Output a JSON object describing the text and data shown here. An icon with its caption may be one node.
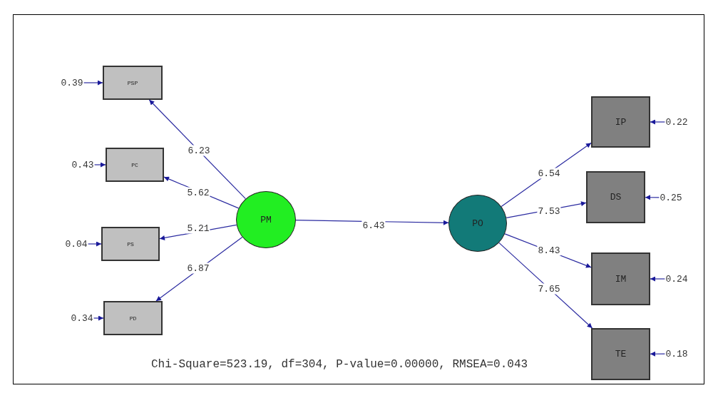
{
  "diagram": {
    "nodes": [
      {
        "text": [
          "PSP"
        ]
      },
      {
        "text": [
          "PC"
        ]
      },
      {
        "text": [
          "PS"
        ]
      },
      {
        "text": [
          "PD"
        ]
      },
      {
        "text": [
          "PM"
        ]
      },
      {
        "text": [
          "PO"
        ]
      },
      {
        "text": [
          "IP"
        ]
      },
      {
        "text": [
          "DS"
        ]
      },
      {
        "text": [
          "IM"
        ]
      },
      {
        "text": [
          "TE"
        ]
      },
      {
        "text": [
          "0.39"
        ]
      },
      {
        "text": [
          "0.43"
        ]
      },
      {
        "text": [
          "0.04"
        ]
      },
      {
        "text": [
          "0.34"
        ]
      },
      {
        "text": [
          "0.22"
        ]
      },
      {
        "text": [
          "0.25"
        ]
      },
      {
        "text": [
          "0.24"
        ]
      },
      {
        "text": [
          "0.18"
        ]
      }
    ],
    "edges": [
      {
        "from": 4,
        "to": 0,
        "arrow": "to",
        "label": "6.23"
      },
      {
        "from": 4,
        "to": 1,
        "arrow": "to",
        "label": "5.62"
      },
      {
        "from": 4,
        "to": 2,
        "arrow": "to",
        "label": "5.21"
      },
      {
        "from": 4,
        "to": 3,
        "arrow": "to",
        "label": "6.87"
      },
      {
        "from": 4,
        "to": 5,
        "arrow": "to",
        "label": "6.43"
      },
      {
        "from": 5,
        "to": 6,
        "arrow": "to",
        "label": "6.54"
      },
      {
        "from": 5,
        "to": 7,
        "arrow": "to",
        "label": "7.53"
      },
      {
        "from": 5,
        "to": 8,
        "arrow": "to",
        "label": "8.43"
      },
      {
        "from": 5,
        "to": 9,
        "arrow": "to",
        "label": "7.65"
      },
      {
        "from": 10,
        "to": 0,
        "arrow": "to"
      },
      {
        "from": 11,
        "to": 1,
        "arrow": "to"
      },
      {
        "from": 12,
        "to": 2,
        "arrow": "to"
      },
      {
        "from": 13,
        "to": 3,
        "arrow": "to"
      },
      {
        "from": 14,
        "to": 6,
        "arrow": "to"
      },
      {
        "from": 15,
        "to": 7,
        "arrow": "to"
      },
      {
        "from": 16,
        "to": 8,
        "arrow": "to"
      },
      {
        "from": 17,
        "to": 9,
        "arrow": "to"
      }
    ],
    "labels": [
      "Chi-Square=523.19, df=304, P-value=0.00000, RMSEA=0.043"
    ]
  }
}
